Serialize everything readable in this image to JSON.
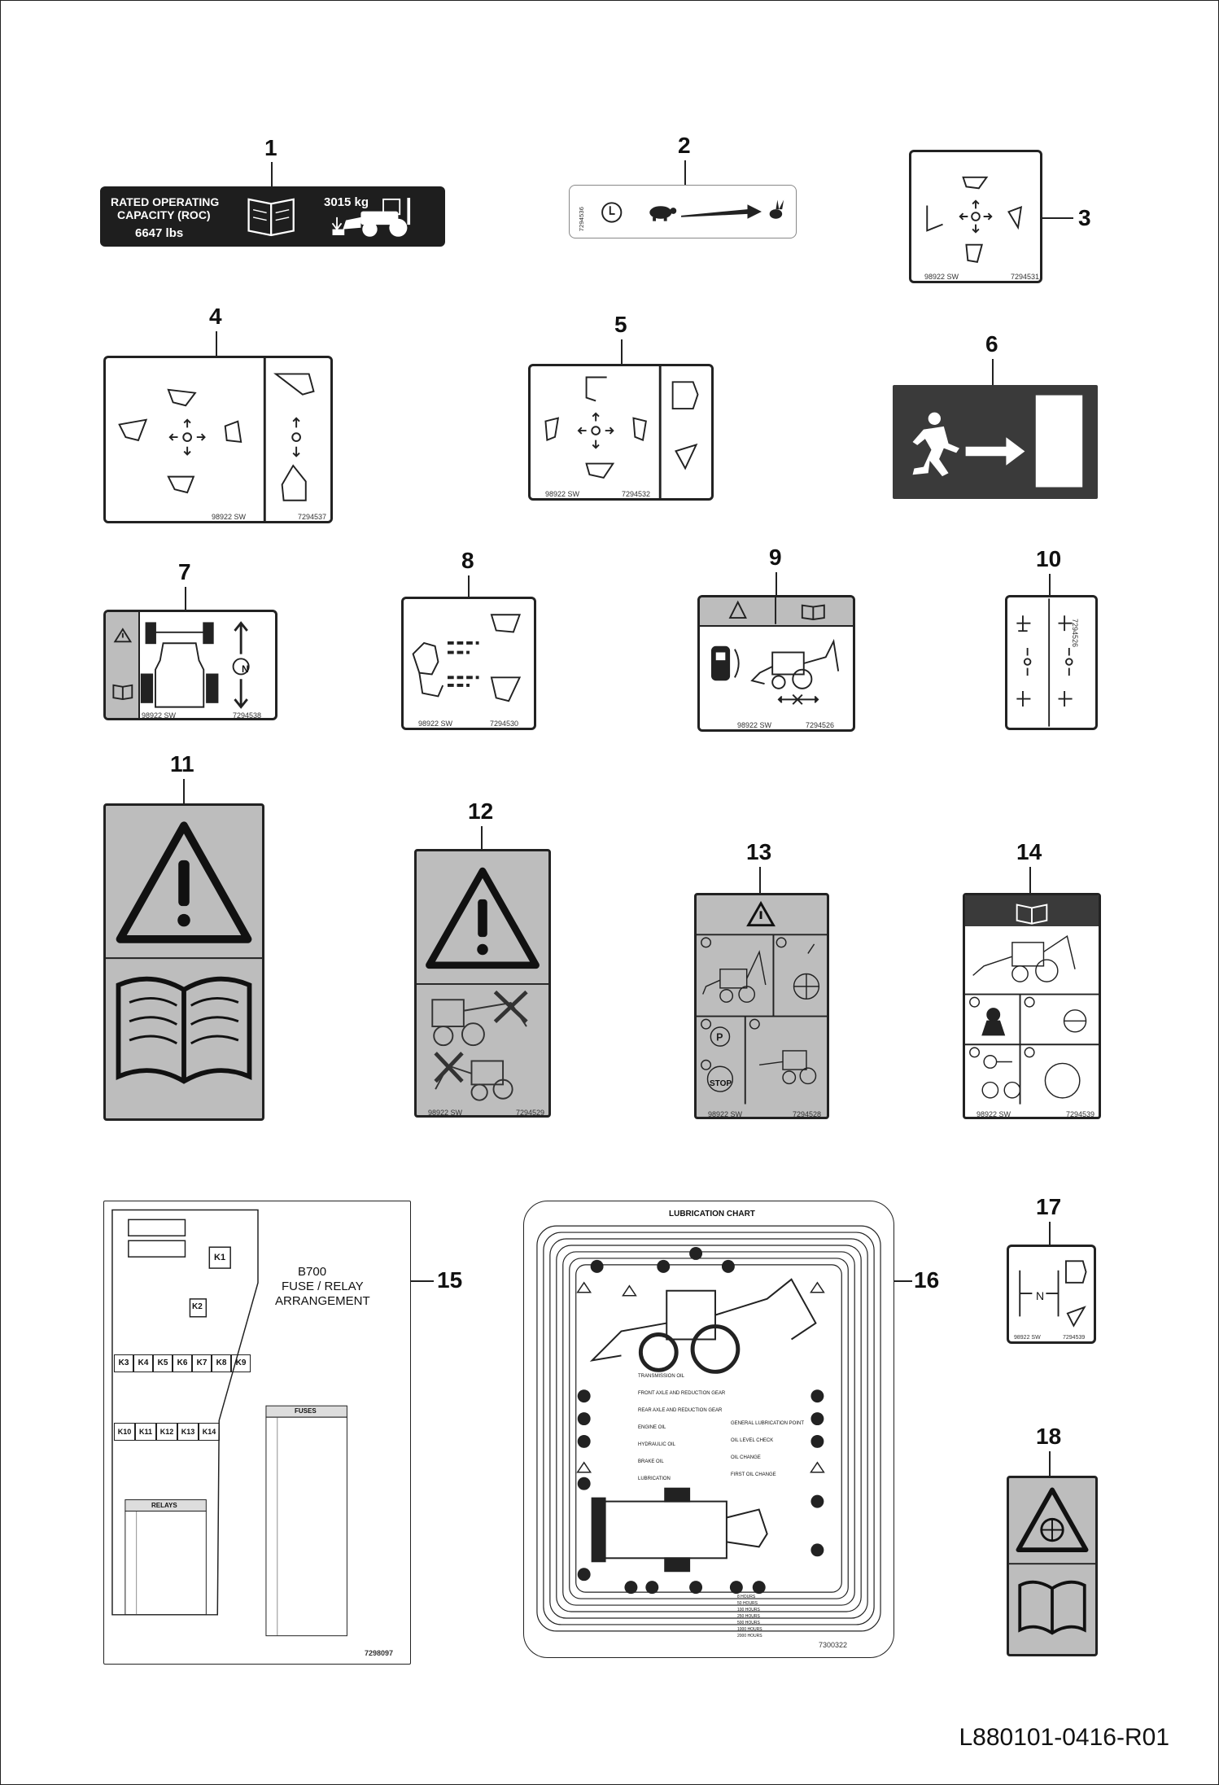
{
  "callouts": [
    "1",
    "2",
    "3",
    "4",
    "5",
    "6",
    "7",
    "8",
    "9",
    "10",
    "11",
    "12",
    "13",
    "14",
    "15",
    "16",
    "17",
    "18"
  ],
  "decal1": {
    "line1": "RATED OPERATING",
    "line2": "CAPACITY (ROC)",
    "kg": "3015 kg",
    "lbs": "6647 lbs"
  },
  "part_numbers": {
    "d3": [
      "98922 SW",
      "7294531"
    ],
    "d4": [
      "98922 SW",
      "7294537"
    ],
    "d5": [
      "98922 SW",
      "7294532"
    ],
    "d7": [
      "98922 SW",
      "7294538"
    ],
    "d8": [
      "98922 SW",
      "7294530"
    ],
    "d9": [
      "98922 SW",
      "7294526"
    ],
    "d13": [
      "98922 SW",
      "7294528"
    ],
    "d12": [
      "98922 SW",
      "7294529"
    ],
    "d14": [
      "98922 SW",
      "7294539"
    ],
    "d15": "7298097",
    "d16": "7300322",
    "d17": [
      "98922 SW",
      "7294539"
    ]
  },
  "decal15": {
    "title1": "B700",
    "title2": "FUSE / RELAY",
    "title3": "ARRANGEMENT",
    "k1": "K1",
    "k2": "K2",
    "relay_row1": [
      "K3",
      "K4",
      "K5",
      "K6",
      "K7",
      "K8",
      "K9"
    ],
    "relay_row2": [
      "K10",
      "K11",
      "K12",
      "K13",
      "K14"
    ],
    "fuses_header": "FUSES",
    "relays_header": "RELAYS"
  },
  "decal16": {
    "title": "LUBRICATION CHART",
    "legend": [
      "TRANSMISSION OIL",
      "FRONT AXLE AND REDUCTION GEAR",
      "REAR AXLE AND REDUCTION GEAR",
      "ENGINE OIL",
      "HYDRAULIC OIL",
      "BRAKE OIL",
      "LUBRICATION"
    ],
    "legend2": [
      "GENERAL LUBRICATION POINT",
      "OIL LEVEL CHECK",
      "OIL CHANGE",
      "FIRST OIL CHANGE"
    ],
    "hours": [
      "8 HOURS",
      "50 HOURS",
      "100 HOURS",
      "250 HOURS",
      "500 HOURS",
      "1000 HOURS",
      "2000 HOURS"
    ]
  },
  "decal17": {
    "n": "N"
  },
  "decal7": {
    "n": "N"
  },
  "decal13": {
    "stop": "STOP"
  },
  "document_ref": "L880101-0416-R01"
}
